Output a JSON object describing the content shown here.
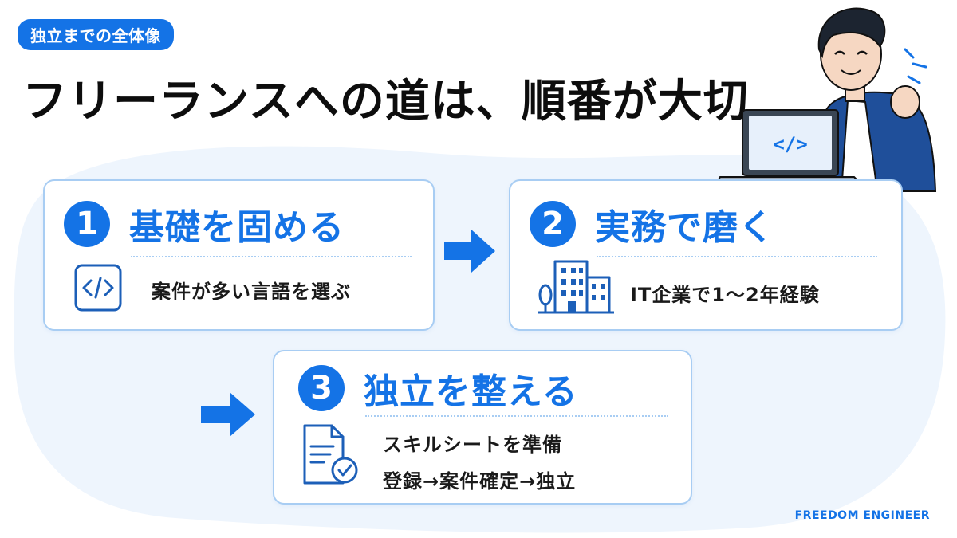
{
  "tag": {
    "label": "独立までの全体像"
  },
  "title": "フリーランスへの道は、順番が大切",
  "steps": [
    {
      "number": "1",
      "title": "基礎を固める",
      "lines": [
        "案件が多い言語を選ぶ"
      ],
      "icon": "code-icon"
    },
    {
      "number": "2",
      "title": "実務で磨く",
      "lines": [
        "IT企業で1〜2年経験"
      ],
      "icon": "office-building-icon"
    },
    {
      "number": "3",
      "title": "独立を整える",
      "lines": [
        "スキルシートを準備",
        "登録→案件確定→独立"
      ],
      "icon": "document-check-icon"
    }
  ],
  "illustration": {
    "laptop_screen_text": "</>"
  },
  "brand": "FREEDOM ENGINEER",
  "colors": {
    "accent": "#1473e6",
    "card_border": "#a8cdf3",
    "background_blob": "#eef5fd",
    "text": "#111111"
  }
}
